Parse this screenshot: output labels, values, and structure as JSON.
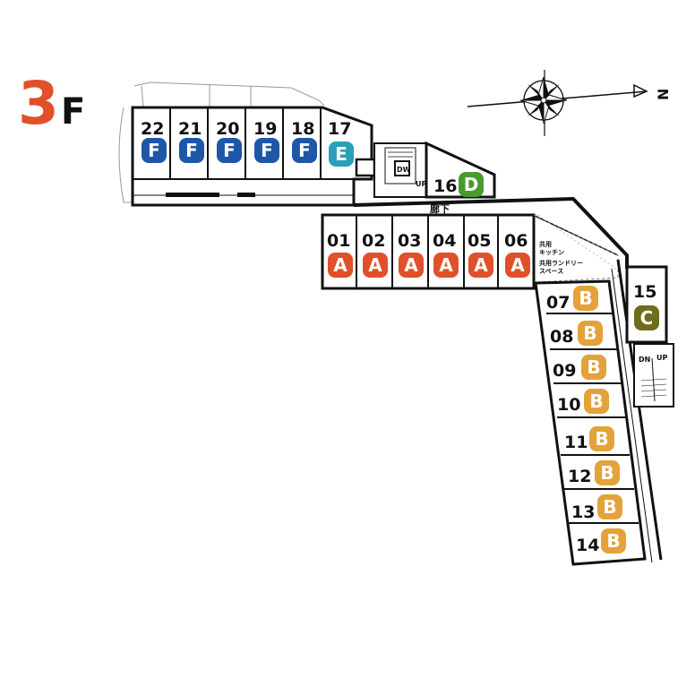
{
  "floor": {
    "number": "3",
    "letter": "F"
  },
  "compass_letter": "N",
  "colors": {
    "A": "#e0502a",
    "B": "#e3a23a",
    "C": "#6e6d1e",
    "D": "#4a9a2e",
    "E": "#2aa0b8",
    "F": "#1f57a8",
    "floor_number": "#e0502a"
  },
  "corridor_label": "廊下",
  "shared_kitchen": [
    "共用",
    "キッチン"
  ],
  "shared_laundry": [
    "共用ランドリー",
    "スペース"
  ],
  "stair_labels": {
    "dw": "DW",
    "up_top": "UP",
    "dn": "DN",
    "up_right": "UP"
  },
  "rooms": {
    "r22": {
      "num": "22",
      "type": "F"
    },
    "r21": {
      "num": "21",
      "type": "F"
    },
    "r20": {
      "num": "20",
      "type": "F"
    },
    "r19": {
      "num": "19",
      "type": "F"
    },
    "r18": {
      "num": "18",
      "type": "F"
    },
    "r17": {
      "num": "17",
      "type": "E"
    },
    "r16": {
      "num": "16",
      "type": "D"
    },
    "r15": {
      "num": "15",
      "type": "C"
    },
    "r01": {
      "num": "01",
      "type": "A"
    },
    "r02": {
      "num": "02",
      "type": "A"
    },
    "r03": {
      "num": "03",
      "type": "A"
    },
    "r04": {
      "num": "04",
      "type": "A"
    },
    "r05": {
      "num": "05",
      "type": "A"
    },
    "r06": {
      "num": "06",
      "type": "A"
    },
    "r07": {
      "num": "07",
      "type": "B"
    },
    "r08": {
      "num": "08",
      "type": "B"
    },
    "r09": {
      "num": "09",
      "type": "B"
    },
    "r10": {
      "num": "10",
      "type": "B"
    },
    "r11": {
      "num": "11",
      "type": "B"
    },
    "r12": {
      "num": "12",
      "type": "B"
    },
    "r13": {
      "num": "13",
      "type": "B"
    },
    "r14": {
      "num": "14",
      "type": "B"
    }
  }
}
